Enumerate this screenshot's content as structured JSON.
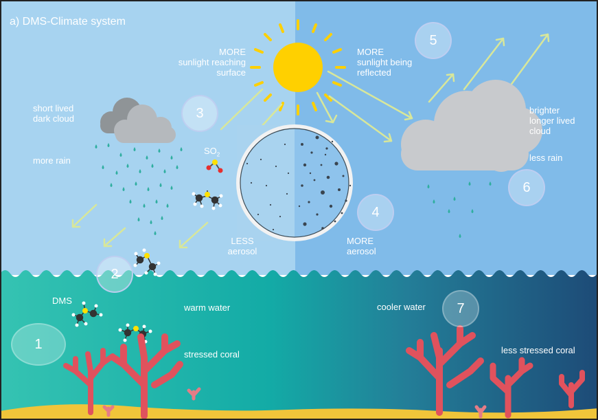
{
  "title": "a) DMS-Climate system",
  "labels": {
    "more_sunlight_surface": "MORE\nsunlight reaching\nsurface",
    "more_sunlight_reflected": "MORE\nsunlight being\nreflected",
    "short_lived_cloud": "short lived\ndark cloud",
    "more_rain": "more rain",
    "bright_cloud": "brighter\nlonger lived\ncloud",
    "less_rain": "less rain",
    "so2": "SO",
    "so2_sub": "2",
    "less_aerosol": "LESS\naerosol",
    "more_aerosol": "MORE\naerosol",
    "dms": "DMS",
    "warm_water": "warm water",
    "stressed_coral": "stressed coral",
    "cooler_water": "cooler water",
    "less_stressed_coral": "less stressed coral"
  },
  "steps": [
    "1",
    "2",
    "3",
    "4",
    "5",
    "6",
    "7"
  ],
  "colors": {
    "sky_left": "#a6d2ef",
    "sky_right": "#7eb9e8",
    "water_left": "#2ec0b0",
    "water_right": "#1e4f7a",
    "sun": "#ffd000",
    "arrow": "#d8e79a",
    "cloud": "#c6c9cc",
    "dark_cloud": "#8f9497",
    "rain": "#2fae9f",
    "coral": "#e0525d",
    "sand": "#f0c53a"
  }
}
